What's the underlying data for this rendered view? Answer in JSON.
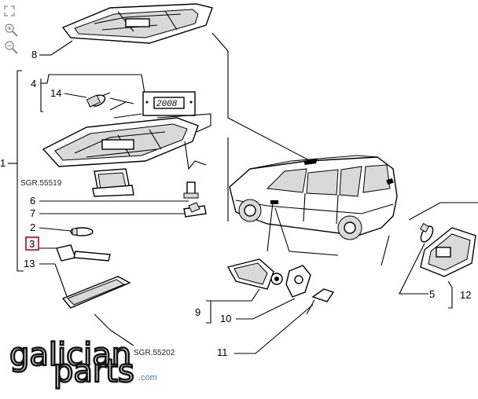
{
  "toolbar": {
    "items": [
      {
        "name": "fullscreen-icon"
      },
      {
        "name": "zoom-in-icon"
      },
      {
        "name": "zoom-out-icon"
      }
    ]
  },
  "callouts": {
    "c1": "1",
    "c2": "2",
    "c3": "3",
    "c4": "4",
    "c5": "5",
    "c6": "6",
    "c7": "7",
    "c8": "8",
    "c9": "9",
    "c10": "10",
    "c11": "11",
    "c12": "12",
    "c13": "13",
    "c14": "14"
  },
  "references": {
    "ref1": "SGR.55519",
    "ref2": "SGR.55202"
  },
  "display_text": "2008",
  "highlight_color": "#cc0000",
  "watermark": {
    "line1": "galician",
    "line2": "parts",
    "suffix": ".com"
  }
}
